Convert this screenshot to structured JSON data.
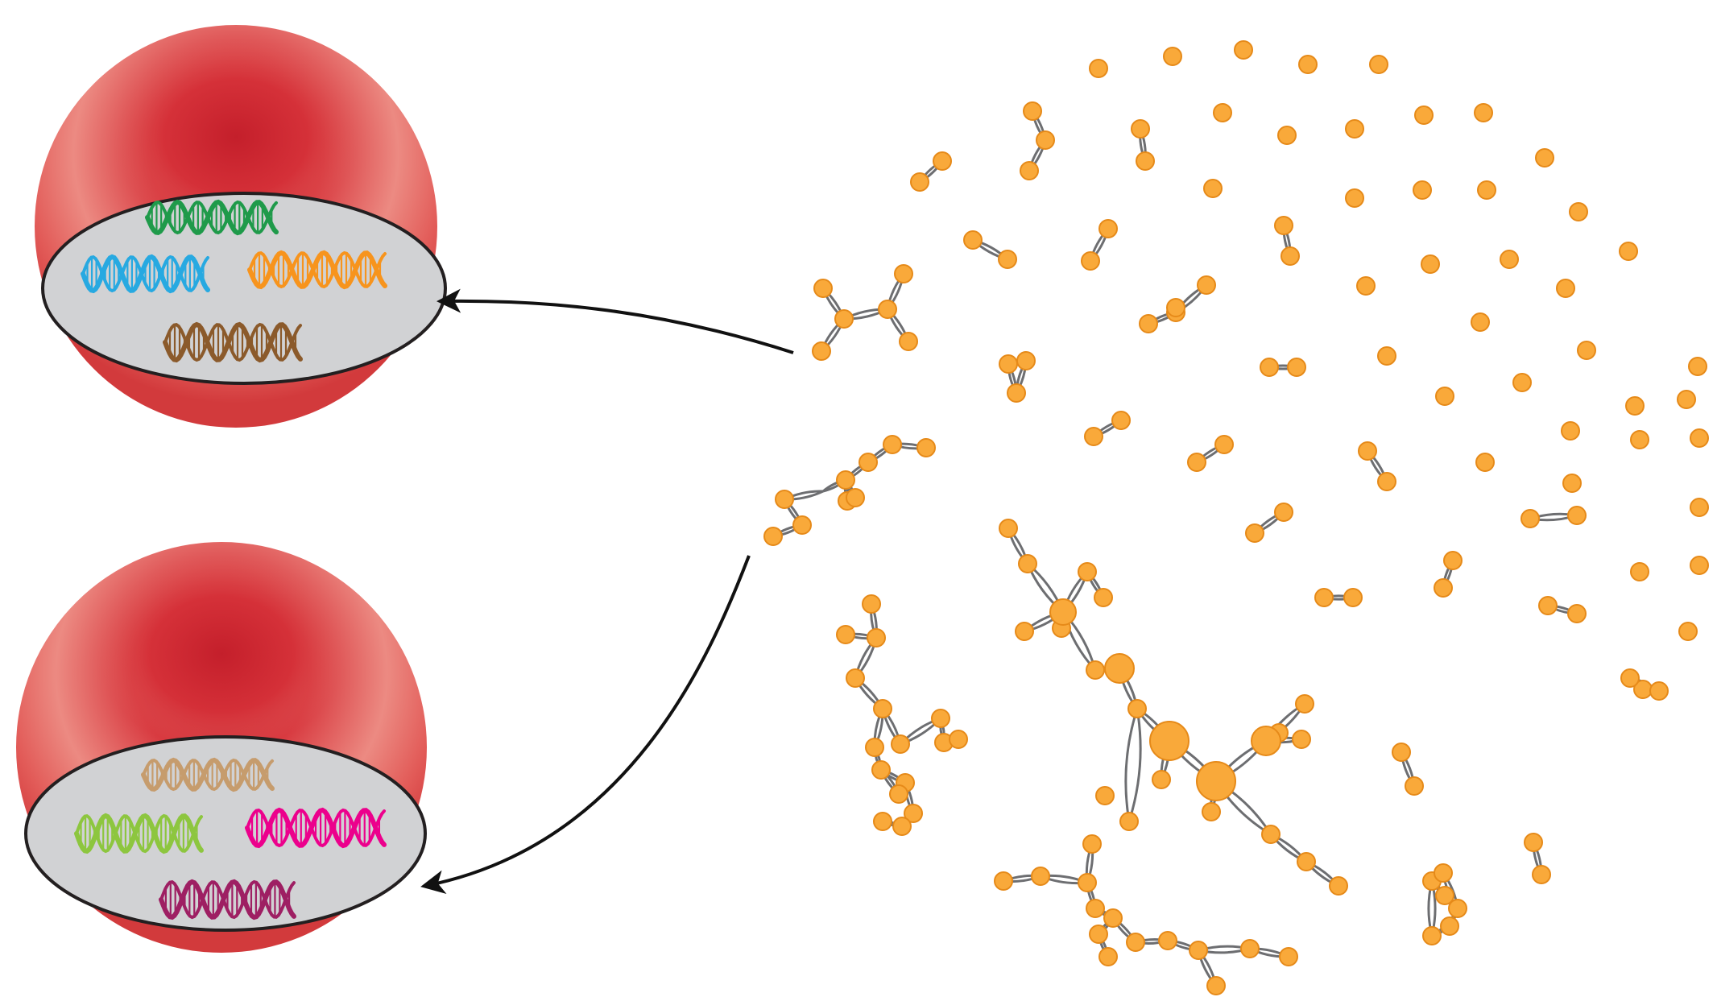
{
  "colors": {
    "background": "#ffffff",
    "cell_dark": "#cc2a35",
    "cell_light": "#ea7f78",
    "nucleus_fill": "#d1d2d4",
    "nucleus_stroke": "#231f20",
    "node_fill": "#f9a93a",
    "node_stroke": "#e68a19",
    "edge": "#6d6e71",
    "arrow": "#111111"
  },
  "cells": [
    {
      "name": "cell-top",
      "dna": [
        {
          "name": "dna-green",
          "color": "#1f9a4a"
        },
        {
          "name": "dna-blue",
          "color": "#27a9e1"
        },
        {
          "name": "dna-orange",
          "color": "#f7941d"
        },
        {
          "name": "dna-brown",
          "color": "#8b5a2b"
        }
      ]
    },
    {
      "name": "cell-bottom",
      "dna": [
        {
          "name": "dna-tan",
          "color": "#c69c6d"
        },
        {
          "name": "dna-lime",
          "color": "#8dc63f"
        },
        {
          "name": "dna-magenta",
          "color": "#ec008c"
        },
        {
          "name": "dna-purple",
          "color": "#9e1f63"
        }
      ]
    }
  ],
  "arrows": [
    {
      "name": "arrow-to-top-cell",
      "target": "cell-top"
    },
    {
      "name": "arrow-to-bottom-cell",
      "target": "cell-bottom"
    }
  ],
  "network": {
    "name": "interaction-network",
    "description_visible": false
  }
}
